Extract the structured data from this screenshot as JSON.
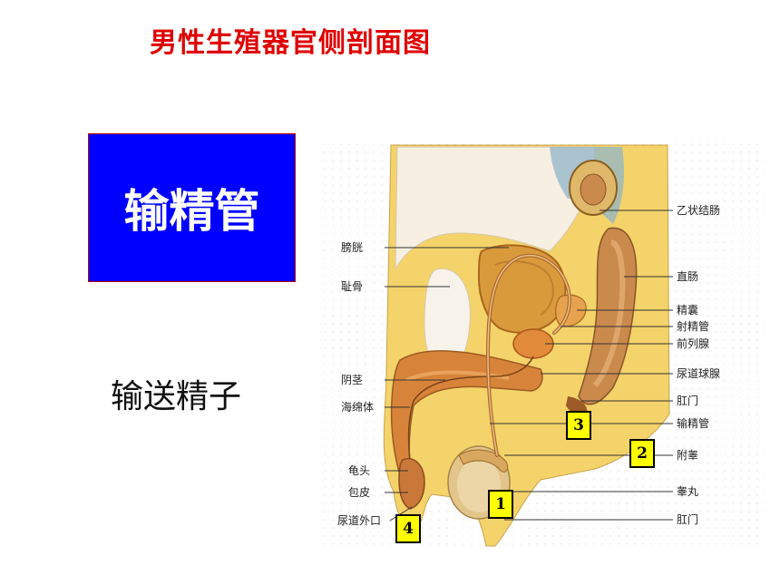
{
  "slide": {
    "title": "男性生殖器官侧剖面图",
    "term": "输精管",
    "description": "输送精子"
  },
  "diagram": {
    "labels_left": {
      "bladder": "膀胱",
      "pubis": "耻骨",
      "penis": "阴茎",
      "corpus_spongiosum": "海绵体",
      "glans": "龟头",
      "foreskin": "包皮",
      "urethral_opening": "尿道外口"
    },
    "labels_right": {
      "sigmoid_colon": "乙状结肠",
      "rectum": "直肠",
      "seminal_vesicle": "精囊",
      "ejaculatory_duct": "射精管",
      "prostate": "前列腺",
      "bulbourethral_gland": "尿道球腺",
      "anus": "肛门",
      "vas_deferens": "输精管",
      "epididymis": "附睾",
      "testis": "睾丸",
      "anus_lower": "肛门"
    },
    "markers": {
      "m1": "1",
      "m2": "2",
      "m3": "3",
      "m4": "4"
    }
  },
  "colors": {
    "title": "#e00000",
    "term_box": "#0000ff",
    "marker": "#ffff00"
  }
}
